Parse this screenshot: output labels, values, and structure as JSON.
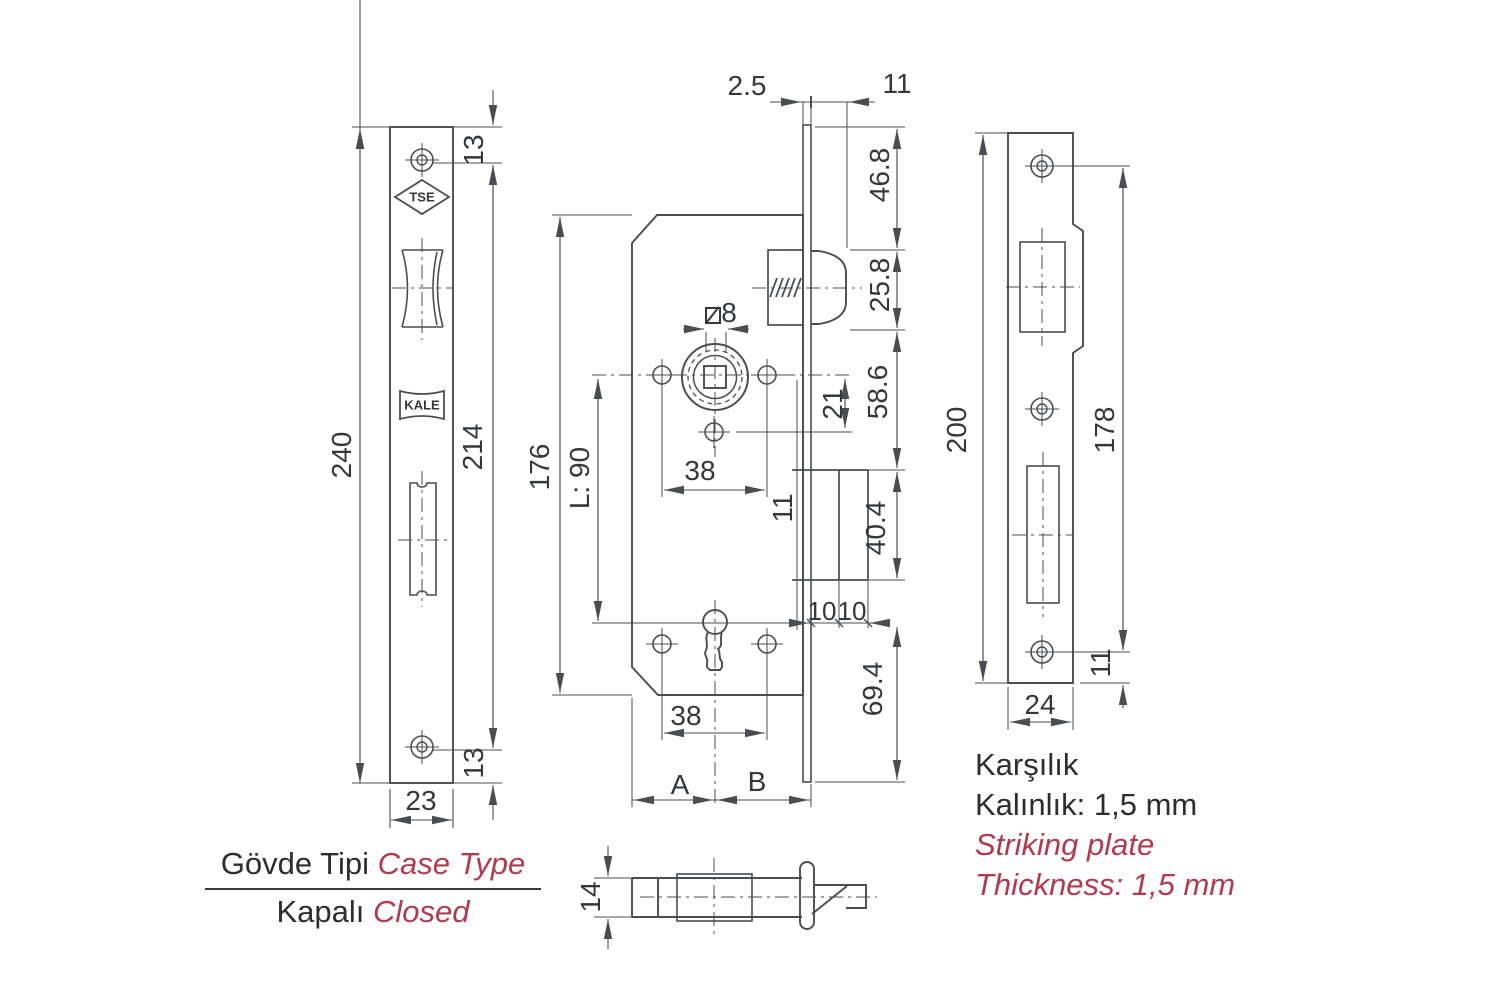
{
  "drawing": {
    "title_context": "mortise lock technical drawing",
    "colors": {
      "line": "#4a4e52",
      "text": "#35383b",
      "accent_red": "#b23a4e"
    },
    "labels": {
      "d240": "240",
      "d13t": "13",
      "d214": "214",
      "d13b": "13",
      "d23": "23",
      "d176": "176",
      "dL90": "L: 90",
      "d25": "2.5",
      "d11top": "11",
      "d468": "46.8",
      "d258": "25.8",
      "d586": "58.6",
      "d21": "21",
      "dsq8": "8",
      "d38u": "38",
      "d11mid": "11",
      "d404": "40.4",
      "d10a": "10",
      "d10b": "10",
      "d694": "69.4",
      "d38l": "38",
      "dA": "A",
      "dB": "B",
      "d14": "14",
      "d200": "200",
      "d178": "178",
      "d11r": "11",
      "d24": "24"
    },
    "logos": {
      "tse": "TSE",
      "kale": "KALE"
    },
    "captions": {
      "case_type_tr": "Gövde Tipi ",
      "case_type_en": "Case Type",
      "closed_tr": "Kapalı ",
      "closed_en": "Closed",
      "strike_tr_1": "Karşılık",
      "strike_tr_2": "Kalınlık: 1,5 mm",
      "strike_en_1": "Striking plate",
      "strike_en_2": "Thickness: 1,5 mm"
    }
  }
}
